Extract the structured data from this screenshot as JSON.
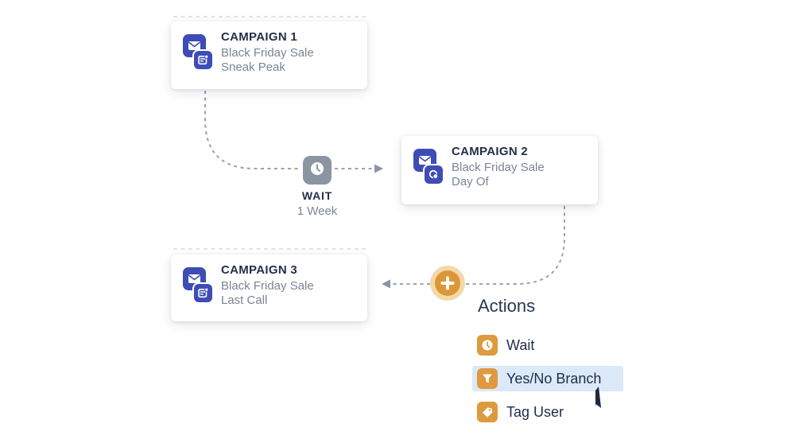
{
  "workflow": {
    "campaign1": {
      "title": "CAMPAIGN 1",
      "subtitle_line1": "Black Friday Sale",
      "subtitle_line2": "Sneak Peak",
      "primary_icon": "envelope-icon",
      "secondary_icon": "note-edit-icon"
    },
    "campaign2": {
      "title": "CAMPAIGN 2",
      "subtitle_line1": "Black Friday Sale",
      "subtitle_line2": "Day Of",
      "primary_icon": "envelope-icon",
      "secondary_icon": "pie-chart-icon"
    },
    "campaign3": {
      "title": "CAMPAIGN 3",
      "subtitle_line1": "Black Friday Sale",
      "subtitle_line2": "Last Call",
      "primary_icon": "envelope-icon",
      "secondary_icon": "note-edit-icon"
    },
    "wait_node": {
      "label": "WAIT",
      "duration": "1 Week",
      "icon": "clock-icon"
    },
    "add_button": {
      "icon": "plus-icon"
    }
  },
  "actions_menu": {
    "title": "Actions",
    "items": [
      {
        "label": "Wait",
        "icon": "clock-icon",
        "highlighted": false
      },
      {
        "label": "Yes/No Branch",
        "icon": "filter-icon",
        "highlighted": true
      },
      {
        "label": "Tag User",
        "icon": "tag-icon",
        "highlighted": false
      }
    ]
  },
  "colors": {
    "campaign_icon_indigo": "#3e4cb5",
    "wait_node_gray": "#8b95a1",
    "connector_gray": "#98a2ac",
    "action_icon_orange": "#dd9a3e",
    "add_button_orange": "#dd9636",
    "add_button_halo": "#f2d9ab",
    "highlight_blue": "#dbe9f9",
    "title_navy": "#233049",
    "subtitle_gray": "#7b8595",
    "cursor_navy": "#1b2940"
  }
}
